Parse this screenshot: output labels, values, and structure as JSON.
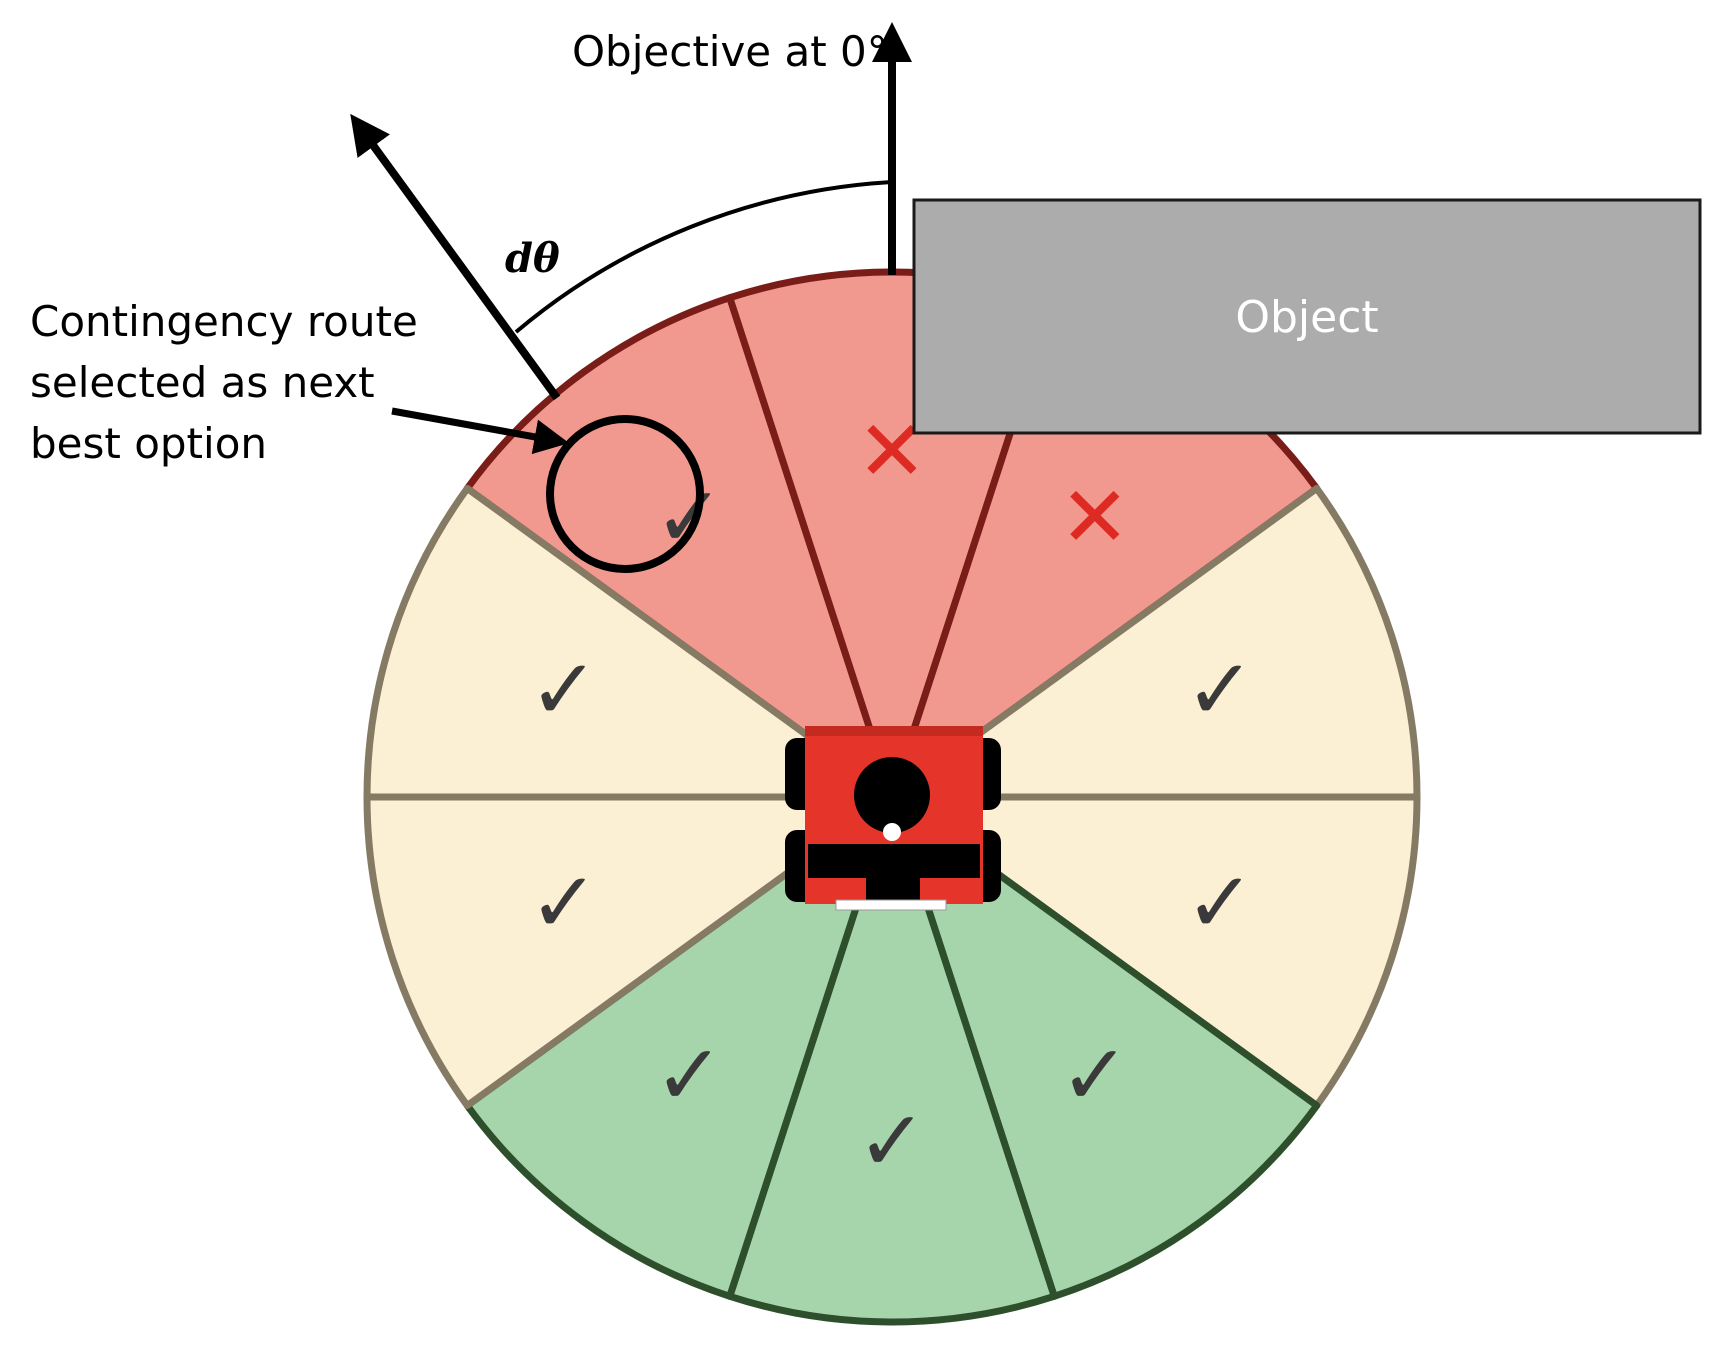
{
  "labels": {
    "objective": "Objective at 0°",
    "dtheta": "dθ",
    "object": "Object",
    "contingency_line1": "Contingency route",
    "contingency_line2": "selected as next",
    "contingency_line3": "best option"
  },
  "sectors": [
    {
      "zone": "blocked",
      "mark": "✓",
      "selected": true
    },
    {
      "zone": "blocked",
      "mark": "✕",
      "selected": false
    },
    {
      "zone": "blocked",
      "mark": "✕",
      "selected": false
    },
    {
      "zone": "caution",
      "mark": "✓",
      "selected": false
    },
    {
      "zone": "caution",
      "mark": "✓",
      "selected": false
    },
    {
      "zone": "clear",
      "mark": "✓",
      "selected": false
    },
    {
      "zone": "clear",
      "mark": "✓",
      "selected": false
    },
    {
      "zone": "clear",
      "mark": "✓",
      "selected": false
    },
    {
      "zone": "caution",
      "mark": "✓",
      "selected": false
    },
    {
      "zone": "caution",
      "mark": "✓",
      "selected": false
    }
  ],
  "colors": {
    "blocked_fill": "#f2998f",
    "blocked_stroke": "#7a1d18",
    "caution_fill": "#fcf0d4",
    "caution_stroke": "#857a63",
    "clear_fill": "#a7d5ab",
    "clear_stroke": "#2d4f2c",
    "object_fill": "#acacac",
    "robot_body": "#e5352a"
  }
}
